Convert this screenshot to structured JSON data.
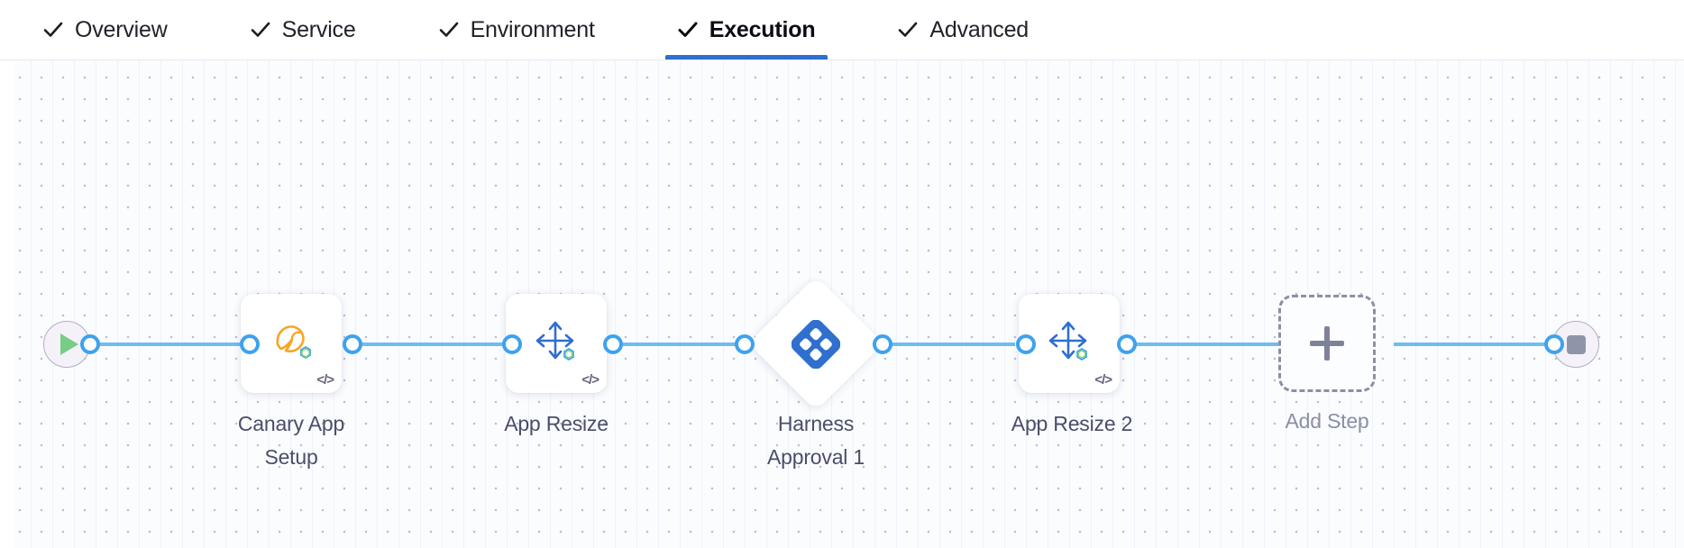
{
  "tabs": [
    {
      "label": "Overview",
      "icon": "check-icon",
      "active": false,
      "complete": true
    },
    {
      "label": "Service",
      "icon": "check-icon",
      "active": false,
      "complete": true
    },
    {
      "label": "Environment",
      "icon": "check-icon",
      "active": false,
      "complete": true
    },
    {
      "label": "Execution",
      "icon": "check-icon",
      "active": true,
      "complete": true
    },
    {
      "label": "Advanced",
      "icon": "check-icon",
      "active": false,
      "complete": true
    }
  ],
  "pipeline": {
    "start_node": {
      "name": "start-node",
      "icon": "play-icon"
    },
    "end_node": {
      "name": "end-node",
      "icon": "stop-icon"
    },
    "add_step": {
      "label": "Add Step",
      "icon": "plus-icon"
    },
    "steps": [
      {
        "label": "Canary App\nSetup",
        "icon": "tanzu-bird-icon",
        "code_badge": "</>",
        "shape": "rounded-square"
      },
      {
        "label": "App Resize",
        "icon": "resize-arrows-icon",
        "code_badge": "</>",
        "shape": "rounded-square"
      },
      {
        "label": "Harness\nApproval 1",
        "icon": "harness-diamond-icon",
        "code_badge": "",
        "shape": "diamond"
      },
      {
        "label": "App Resize 2",
        "icon": "resize-arrows-icon",
        "code_badge": "</>",
        "shape": "rounded-square"
      }
    ]
  },
  "colors": {
    "active_tab_underline": "#2f6fce",
    "edge": "#6fbdf0",
    "port_ring": "#3ea2ee",
    "harness_blue": "#2f6fce",
    "tanzu_orange": "#f5a623",
    "start_green": "#78cc86",
    "stop_gray": "#9094a8",
    "label_text": "#4a4e69",
    "muted_text": "#8a8fa6",
    "canvas_bg": "#fbfcfe"
  }
}
